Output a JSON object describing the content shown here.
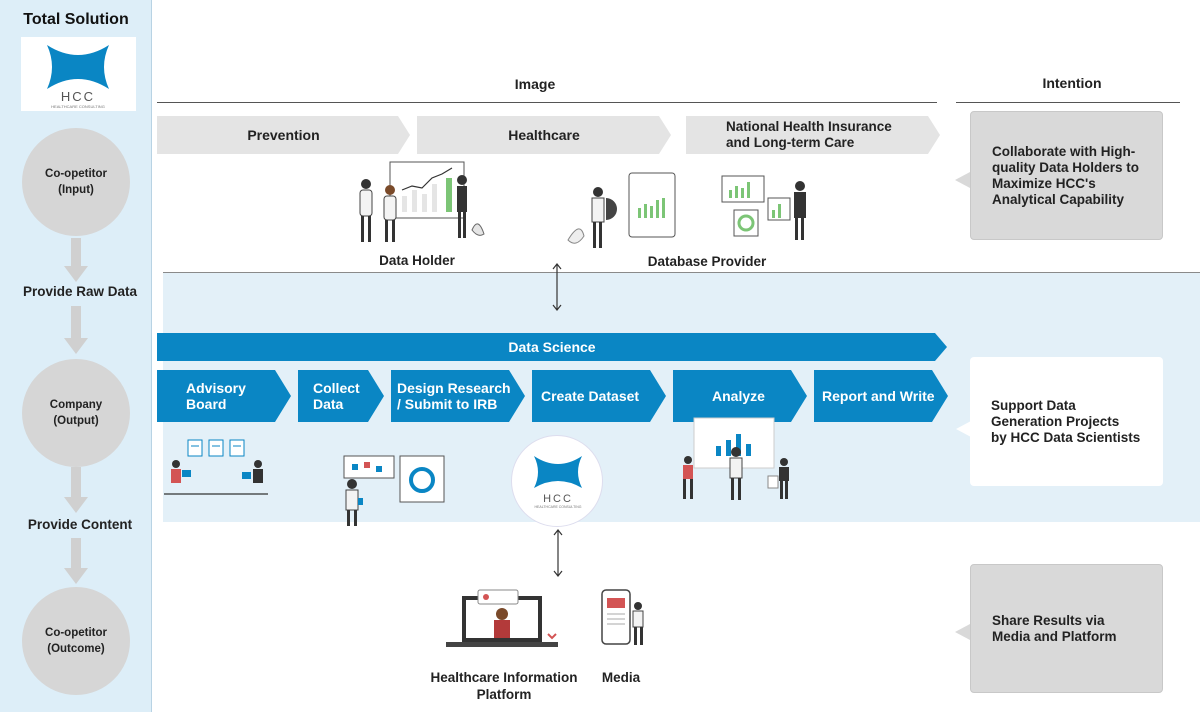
{
  "sidebar": {
    "title": "Total Solution",
    "logo_text": "HCC",
    "logo_subtext": "HEALTHCARE CONSULTING",
    "stages": [
      {
        "line1": "Co-opetitor",
        "line2": "(Input)"
      },
      {
        "line1": "Company",
        "line2": "(Output)"
      },
      {
        "line1": "Co-opetitor",
        "line2": "(Outcome)"
      }
    ],
    "transitions": [
      "Provide Raw Data",
      "Provide Content"
    ]
  },
  "headings": {
    "image": "Image",
    "intention": "Intention"
  },
  "input_row": {
    "chevrons": [
      "Prevention",
      "Healthcare"
    ],
    "nhi_line1": "National Health Insurance",
    "nhi_line2": "and Long-term Care",
    "captions": [
      "Data Holder",
      "Database Provider"
    ]
  },
  "output_row": {
    "banner": "Data Science",
    "steps": [
      {
        "line1": "Advisory",
        "line2": "Board"
      },
      {
        "line1": "Collect",
        "line2": "Data"
      },
      {
        "line1": "Design Research",
        "line2": "/ Submit to IRB"
      },
      {
        "line1": "Create Dataset",
        "line2": ""
      },
      {
        "line1": "Analyze",
        "line2": ""
      },
      {
        "line1": "Report and Write",
        "line2": ""
      }
    ],
    "center_logo_text": "HCC",
    "center_logo_subtext": "HEALTHCARE CONSULTING"
  },
  "outcome_row": {
    "platform_line1": "Healthcare Information",
    "platform_line2": "Platform",
    "media": "Media"
  },
  "intentions": [
    {
      "lines": [
        "Collaborate with High-",
        "quality Data Holders to",
        "Maximize HCC's",
        "Analytical Capability"
      ]
    },
    {
      "lines": [
        "Support Data",
        "Generation Projects",
        "by HCC Data Scientists"
      ]
    },
    {
      "lines": [
        "Share Results via",
        "Media and Platform"
      ]
    }
  ],
  "colors": {
    "accent": "#0a86c4",
    "band": "#e3f0f8",
    "sidebar": "#ddeef8",
    "chevron_gray": "#e4e4e4",
    "circle": "#d6d6d6"
  }
}
